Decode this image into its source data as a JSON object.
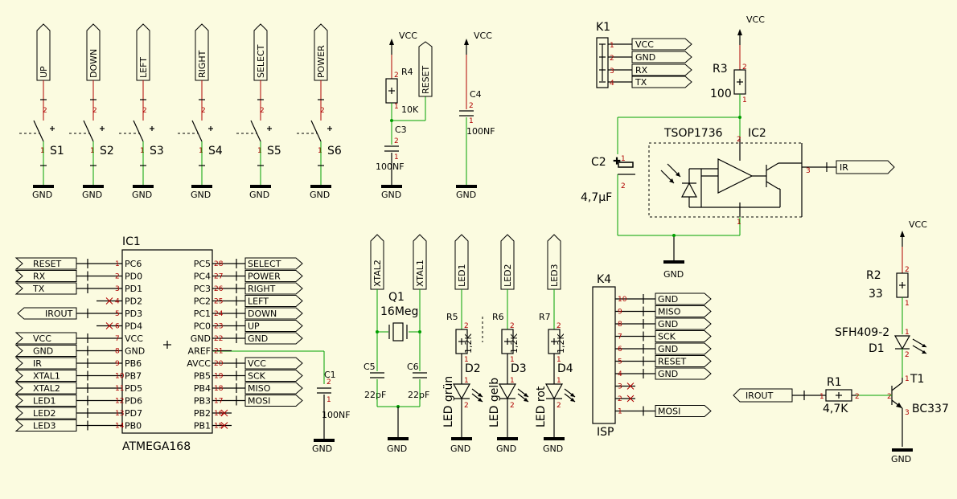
{
  "buttons": [
    {
      "net": "UP",
      "ref": "S1"
    },
    {
      "net": "DOWN",
      "ref": "S2"
    },
    {
      "net": "LEFT",
      "ref": "S3"
    },
    {
      "net": "RIGHT",
      "ref": "S4"
    },
    {
      "net": "SELECT",
      "ref": "S5"
    },
    {
      "net": "POWER",
      "ref": "S6"
    }
  ],
  "power": {
    "vcc": "VCC",
    "gnd": "GND"
  },
  "pins": {
    "one": "1",
    "two": "2",
    "three": "3",
    "four": "4"
  },
  "reset_block": {
    "r4_ref": "R4",
    "r4_val": "10K",
    "reset_net": "RESET",
    "c3_ref": "C3",
    "c3_val": "100NF",
    "c4_ref": "C4",
    "c4_val": "100NF"
  },
  "k1": {
    "ref": "K1",
    "nets": [
      "VCC",
      "GND",
      "RX",
      "TX"
    ],
    "pins": [
      "1",
      "2",
      "3",
      "4"
    ]
  },
  "ir_receiver": {
    "r3_ref": "R3",
    "r3_val": "100",
    "ic_name": "TSOP1736",
    "ic_ref": "IC2",
    "c2_ref": "C2",
    "c2_val": "4,7µF",
    "out_net": "IR"
  },
  "mcu": {
    "ref": "IC1",
    "name": "ATMEGA168",
    "left_pins": [
      {
        "name": "PC6",
        "num": "1",
        "net": "RESET"
      },
      {
        "name": "PD0",
        "num": "2",
        "net": "RX"
      },
      {
        "name": "PD1",
        "num": "3",
        "net": "TX"
      },
      {
        "name": "PD2",
        "num": "4",
        "net": ""
      },
      {
        "name": "PD3",
        "num": "5",
        "net": "IROUT"
      },
      {
        "name": "PD4",
        "num": "6",
        "net": ""
      },
      {
        "name": "VCC",
        "num": "7",
        "net": "VCC"
      },
      {
        "name": "GND",
        "num": "8",
        "net": "GND"
      },
      {
        "name": "PB6",
        "num": "9",
        "net": "IR"
      },
      {
        "name": "PB7",
        "num": "10",
        "net": "XTAL1"
      },
      {
        "name": "PD5",
        "num": "11",
        "net": "XTAL2"
      },
      {
        "name": "PD6",
        "num": "12",
        "net": "LED1"
      },
      {
        "name": "PD7",
        "num": "13",
        "net": "LED2"
      },
      {
        "name": "PB0",
        "num": "14",
        "net": "LED3"
      }
    ],
    "right_pins": [
      {
        "name": "PC5",
        "num": "28",
        "net": "SELECT"
      },
      {
        "name": "PC4",
        "num": "27",
        "net": "POWER"
      },
      {
        "name": "PC3",
        "num": "26",
        "net": "RIGHT"
      },
      {
        "name": "PC2",
        "num": "25",
        "net": "LEFT"
      },
      {
        "name": "PC1",
        "num": "24",
        "net": "DOWN"
      },
      {
        "name": "PC0",
        "num": "23",
        "net": "UP"
      },
      {
        "name": "GND",
        "num": "22",
        "net": "GND"
      },
      {
        "name": "AREF",
        "num": "21",
        "net": ""
      },
      {
        "name": "AVCC",
        "num": "20",
        "net": "VCC"
      },
      {
        "name": "PB5",
        "num": "19",
        "net": "SCK"
      },
      {
        "name": "PB4",
        "num": "18",
        "net": "MISO"
      },
      {
        "name": "PB3",
        "num": "17",
        "net": "MOSI"
      },
      {
        "name": "PB2",
        "num": "16",
        "net": ""
      },
      {
        "name": "PB1",
        "num": "15",
        "net": ""
      }
    ],
    "c1_ref": "C1",
    "c1_val": "100NF"
  },
  "crystal": {
    "ref": "Q1",
    "val": "16Meg",
    "net_a": "XTAL2",
    "net_b": "XTAL1",
    "c5_ref": "C5",
    "c5_val": "22pF",
    "c6_ref": "C6",
    "c6_val": "22pF"
  },
  "leds": [
    {
      "net": "LED1",
      "r_ref": "R5",
      "r_val": "1,2K",
      "d_ref": "D2",
      "color": "LED grün"
    },
    {
      "net": "LED2",
      "r_ref": "R6",
      "r_val": "1,2K",
      "d_ref": "D3",
      "color": "LED gelb"
    },
    {
      "net": "LED3",
      "r_ref": "R7",
      "r_val": "1,2K",
      "d_ref": "D4",
      "color": "LED rot"
    }
  ],
  "isp": {
    "ref": "K4",
    "name": "ISP",
    "rows": [
      {
        "pin": "10",
        "net": "GND"
      },
      {
        "pin": "9",
        "net": "MISO"
      },
      {
        "pin": "8",
        "net": "GND"
      },
      {
        "pin": "7",
        "net": "SCK"
      },
      {
        "pin": "6",
        "net": "GND"
      },
      {
        "pin": "5",
        "net": "RESET"
      },
      {
        "pin": "4",
        "net": "GND"
      },
      {
        "pin": "3",
        "net": ""
      },
      {
        "pin": "2",
        "net": ""
      },
      {
        "pin": "1",
        "net": "MOSI"
      }
    ]
  },
  "ir_led": {
    "r2_ref": "R2",
    "r2_val": "33",
    "d_name": "SFH409-2",
    "d_ref": "D1",
    "r1_ref": "R1",
    "r1_val": "4,7K",
    "t_ref": "T1",
    "t_name": "BC337",
    "in_net": "IROUT"
  }
}
